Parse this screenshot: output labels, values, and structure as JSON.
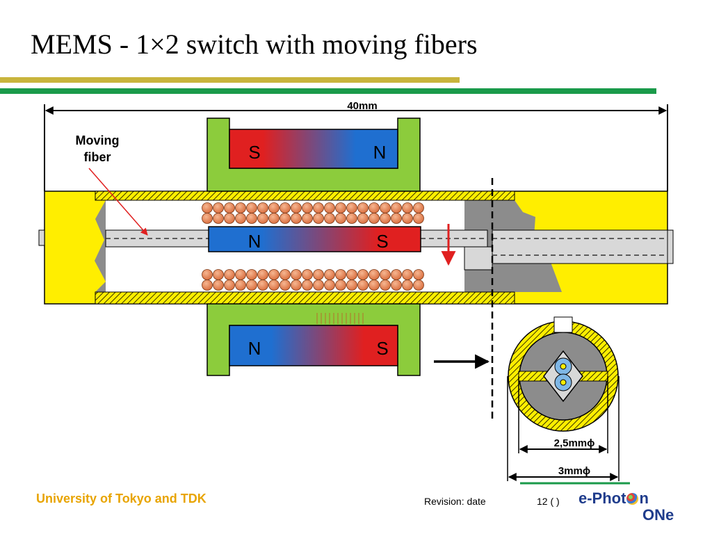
{
  "title": "MEMS - 1×2 switch with moving fibers",
  "diagram": {
    "dim_total": "40mm",
    "label_moving_fiber_line1": "Moving",
    "label_moving_fiber_line2": "fiber",
    "magnet_top": {
      "left": "S",
      "right": "N"
    },
    "magnet_center": {
      "left": "N",
      "right": "S"
    },
    "magnet_bottom": {
      "left": "N",
      "right": "S"
    },
    "dim_inner": "2,5mmϕ",
    "dim_outer": "3mmϕ"
  },
  "footer": {
    "org": "University of Tokyo and TDK",
    "revision": "Revision: date",
    "page": "12 (   )"
  },
  "logo": {
    "part1": "e-Phot",
    "part2": "n",
    "part3": "ONe"
  },
  "colors": {
    "magnet_red": "#e02020",
    "magnet_blue": "#1f6fd0",
    "yoke_green": "#8ccc3c",
    "housing_yellow": "#ffee00",
    "coil_orange": "#e98a5a",
    "gray_block": "#8c8c8c",
    "footer_orange": "#e8a400",
    "logo_blue": "#1f3c8c",
    "rule_gold": "#c8b43c",
    "rule_green": "#1a9a4a"
  }
}
